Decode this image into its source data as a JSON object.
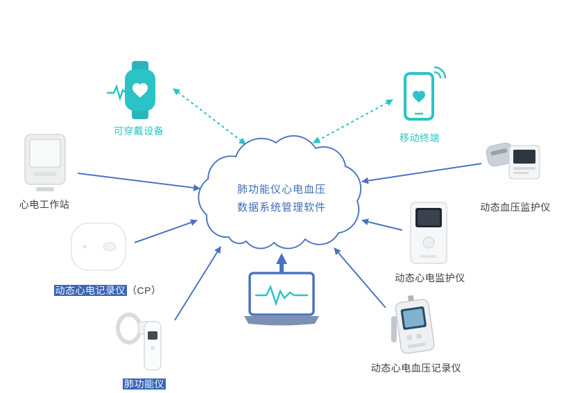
{
  "diagram": {
    "cloud": {
      "line1": "肺功能仪心电血压",
      "line2": "数据系统管理软件"
    },
    "nodes": {
      "wearable": {
        "label": "可穿戴设备"
      },
      "mobile": {
        "label": "移动终端"
      },
      "workstation": {
        "label": "心电工作站"
      },
      "cp_recorder": {
        "label_highlight": "动态心电记录仪",
        "label_suffix": "（CP）"
      },
      "spirometer": {
        "label": "肺功能仪"
      },
      "bp_monitor": {
        "label": "动态血压监护仪"
      },
      "ecg_monitor": {
        "label": "动态心电监护仪"
      },
      "ecg_bp_recorder": {
        "label": "动态心电血压记录仪"
      }
    },
    "icons": {
      "hub": "cloud-icon",
      "wearable": "smartwatch-heart-icon",
      "mobile": "smartphone-heart-icon",
      "client": "laptop-ecg-icon"
    },
    "colors": {
      "teal": "#2cc3c7",
      "blue": "#4a74c0",
      "cloud_text": "#3f6cb5",
      "label_dark": "#3d3d3d",
      "highlight_bg": "#3a66b5"
    }
  }
}
